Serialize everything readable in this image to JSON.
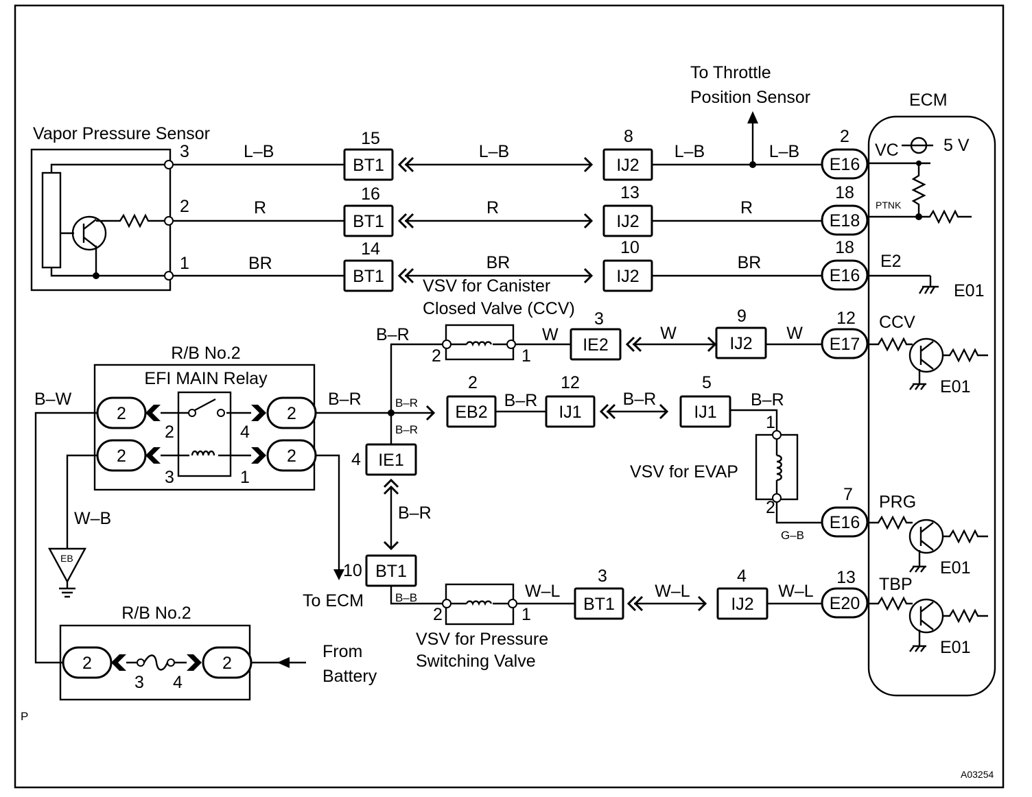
{
  "vapor_sensor": {
    "title": "Vapor Pressure Sensor",
    "pin3": "3",
    "pin2": "2",
    "pin1": "1"
  },
  "wires": {
    "lb": "L–B",
    "r": "R",
    "br": "BR",
    "br_alt": "B–R",
    "w": "W",
    "bw": "B–W",
    "wb": "W–B",
    "gb": "G–B",
    "wl": "W–L",
    "bb": "B–B"
  },
  "connectors": {
    "bt1_15": {
      "name": "BT1",
      "pin": "15"
    },
    "bt1_16": {
      "name": "BT1",
      "pin": "16"
    },
    "bt1_14": {
      "name": "BT1",
      "pin": "14"
    },
    "ij2_8": {
      "name": "IJ2",
      "pin": "8"
    },
    "ij2_13": {
      "name": "IJ2",
      "pin": "13"
    },
    "ij2_10": {
      "name": "IJ2",
      "pin": "10"
    },
    "e16_2": {
      "name": "E16",
      "pin": "2"
    },
    "e18_18": {
      "name": "E18",
      "pin": "18"
    },
    "e16_18": {
      "name": "E16",
      "pin": "18"
    },
    "ie2_3": {
      "name": "IE2",
      "pin": "3"
    },
    "ij2_9": {
      "name": "IJ2",
      "pin": "9"
    },
    "e17_12": {
      "name": "E17",
      "pin": "12"
    },
    "eb2_2": {
      "name": "EB2",
      "pin": "2"
    },
    "ij1_12": {
      "name": "IJ1",
      "pin": "12"
    },
    "ij1_5": {
      "name": "IJ1",
      "pin": "5"
    },
    "ie1_4": {
      "name": "IE1",
      "pin": "4"
    },
    "bt1_10": {
      "name": "BT1",
      "pin": "10"
    },
    "e16_7": {
      "name": "E16",
      "pin": "7"
    },
    "bt1_3": {
      "name": "BT1",
      "pin": "3"
    },
    "ij2_4": {
      "name": "IJ2",
      "pin": "4"
    },
    "e20_13": {
      "name": "E20",
      "pin": "13"
    }
  },
  "throttle": {
    "line1": "To Throttle",
    "line2": "Position Sensor"
  },
  "ecm": {
    "title": "ECM",
    "vc": "VC",
    "five_v": "5 V",
    "ptnk": "PTNK",
    "e2": "E2",
    "e01": "E01",
    "ccv": "CCV",
    "prg": "PRG",
    "tbp": "TBP"
  },
  "ccv_valve": {
    "line1": "VSV for Canister",
    "line2": "Closed Valve (CCV)",
    "pin2": "2",
    "pin1": "1"
  },
  "evap_valve": {
    "label": "VSV for EVAP",
    "pin1": "1",
    "pin2": "2"
  },
  "psv_valve": {
    "line1": "VSV for Pressure",
    "line2": "Switching Valve",
    "pin2": "2",
    "pin1": "1"
  },
  "rb_relay": {
    "title": "R/B No.2",
    "subtitle": "EFI MAIN Relay",
    "c": "2",
    "p2": "2",
    "p4": "4",
    "p3": "3",
    "p1": "1"
  },
  "rb_fuse": {
    "title": "R/B No.2",
    "c": "2",
    "p3": "3",
    "p4": "4"
  },
  "ground_eb": "EB",
  "to_ecm": "To ECM",
  "from_battery": {
    "line1": "From",
    "line2": "Battery"
  },
  "corner_p": "P",
  "figure_id": "A03254"
}
